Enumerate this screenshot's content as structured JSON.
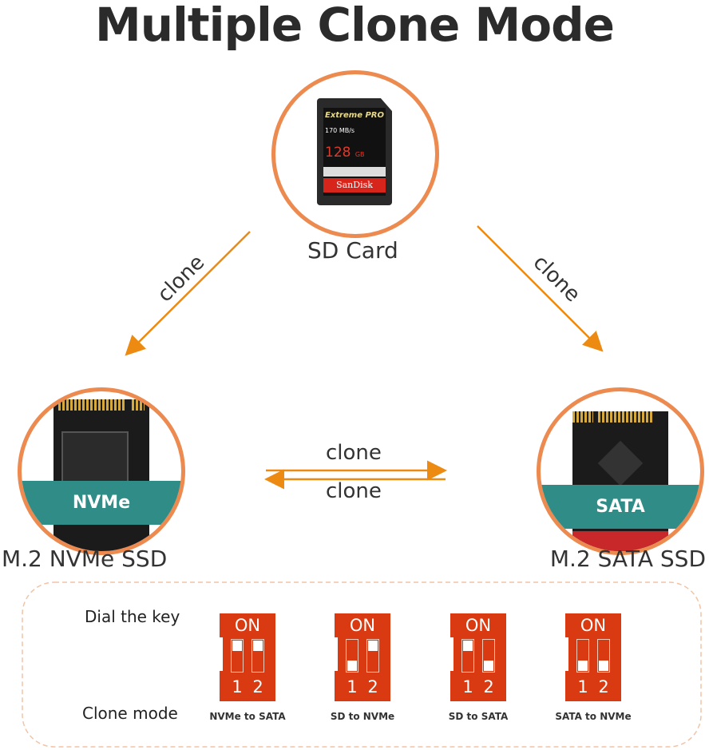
{
  "title": "Multiple Clone Mode",
  "nodes": {
    "sd": {
      "label": "SD Card",
      "card_brand": "SanDisk",
      "card_line": "Extreme PRO",
      "card_speed": "170 MB/s",
      "card_capacity": "128",
      "card_unit": "GB"
    },
    "nvme": {
      "label": "M.2 NVMe SSD",
      "tag": "NVMe"
    },
    "sata": {
      "label": "M.2 SATA SSD",
      "tag": "SATA"
    }
  },
  "arrows": {
    "left": "clone",
    "right": "clone",
    "middle_top": "clone",
    "middle_bottom": "clone"
  },
  "colors": {
    "accent": "#ec8a4f",
    "tag": "#2f8c86",
    "switch": "#d93a12"
  },
  "legend": {
    "dial_label": "Dial the key",
    "mode_label": "Clone mode",
    "switches": [
      {
        "on": "ON",
        "n1": "1",
        "n2": "2",
        "switch1": "on",
        "switch2": "on",
        "mode": "NVMe to SATA"
      },
      {
        "on": "ON",
        "n1": "1",
        "n2": "2",
        "switch1": "off",
        "switch2": "on",
        "mode": "SD to NVMe"
      },
      {
        "on": "ON",
        "n1": "1",
        "n2": "2",
        "switch1": "on",
        "switch2": "off",
        "mode": "SD to SATA"
      },
      {
        "on": "ON",
        "n1": "1",
        "n2": "2",
        "switch1": "off",
        "switch2": "off",
        "mode": "SATA to NVMe"
      }
    ]
  }
}
